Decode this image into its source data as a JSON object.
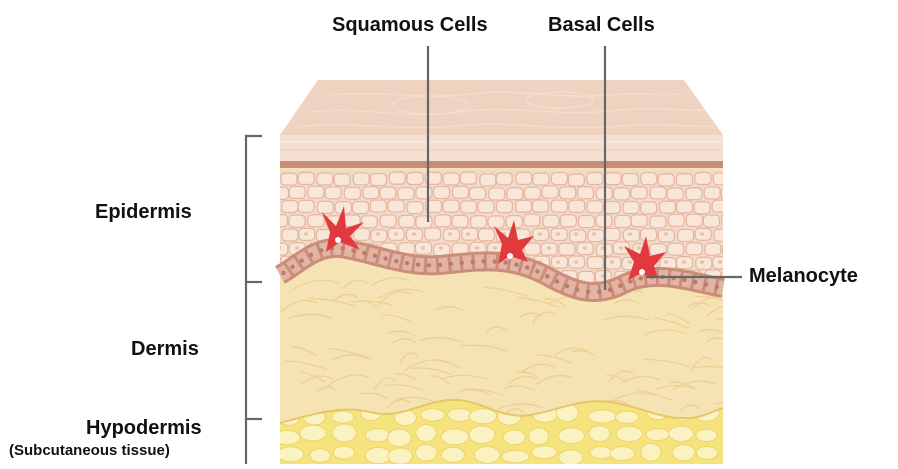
{
  "labels": {
    "squamous_cells": "Squamous Cells",
    "basal_cells": "Basal Cells",
    "melanocyte": "Melanocyte",
    "epidermis": "Epidermis",
    "dermis": "Dermis",
    "hypodermis": "Hypodermis",
    "subcutaneous": "(Subcutaneous tissue)"
  },
  "colors": {
    "skin_surface": "#efd2c0",
    "epidermis_cells": "#f3d9c6",
    "cell_border": "#e3b69f",
    "basal_layer": "#d6a08e",
    "melanocyte": "#e2393f",
    "dermis": "#f6e3b3",
    "hypodermis": "#f5e37e",
    "fat_cells": "#fbf2c2",
    "leader_lines": "#666666"
  }
}
